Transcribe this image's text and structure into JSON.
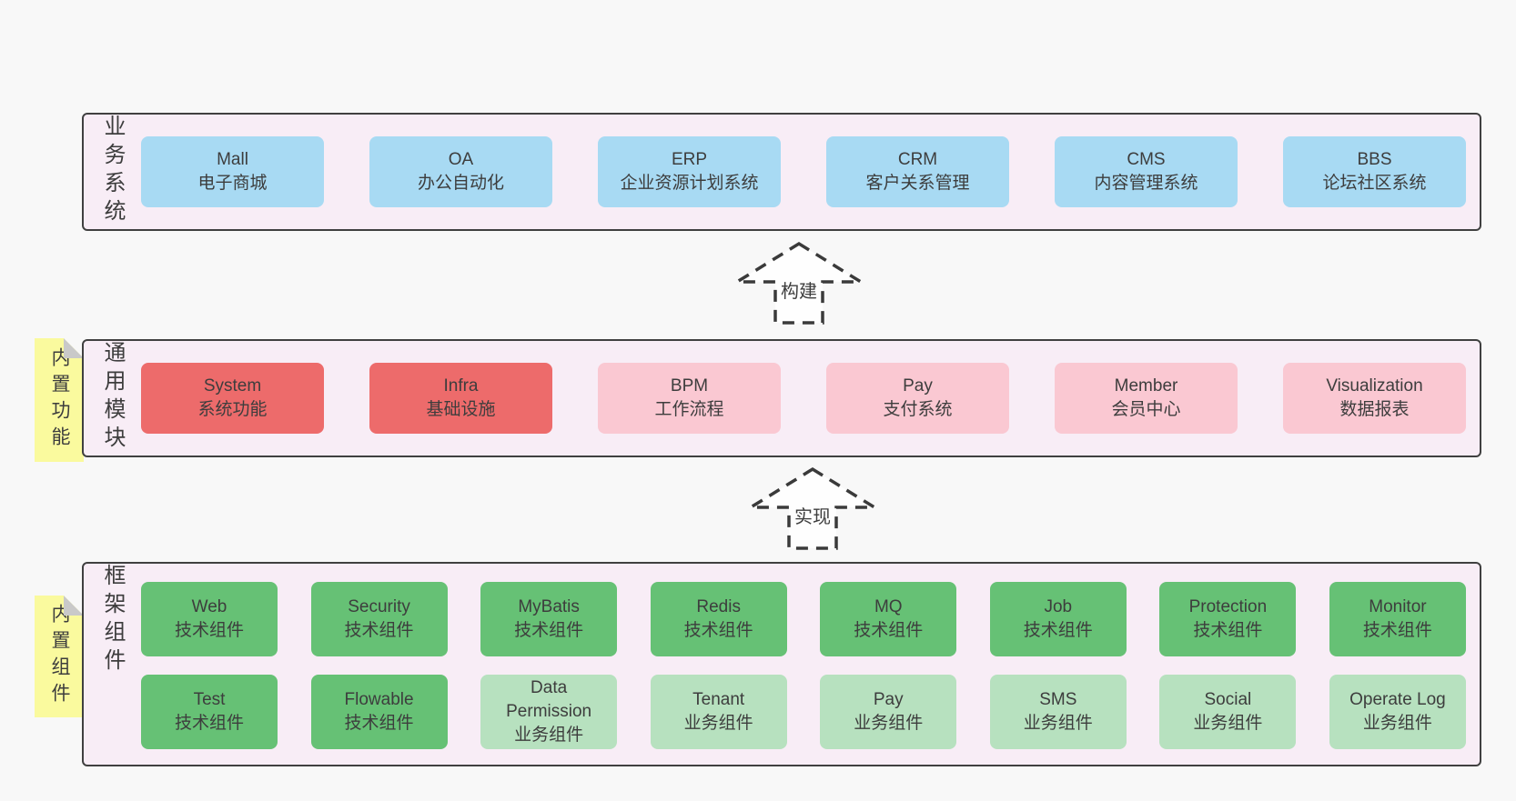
{
  "colors": {
    "page_bg": "#f8f8f8",
    "section_bg": "#f8edf6",
    "section_border": "#404040",
    "box_blue": "#a8daf3",
    "box_red": "#ed6b6b",
    "box_pink": "#fac8d2",
    "box_green": "#66c175",
    "box_green_light": "#b7e1bf",
    "note_bg": "#fafa9e",
    "note_fold": "#c9c9c9",
    "arrow_stroke": "#3a3a3a",
    "arrow_fill": "#fefefe",
    "text": "#3d3d3d"
  },
  "sections": {
    "business": {
      "label": "业务系统",
      "boxes": [
        {
          "name": "Mall",
          "desc": "电子商城",
          "color": "blue"
        },
        {
          "name": "OA",
          "desc": "办公自动化",
          "color": "blue"
        },
        {
          "name": "ERP",
          "desc": "企业资源计划系统",
          "color": "blue"
        },
        {
          "name": "CRM",
          "desc": "客户关系管理",
          "color": "blue"
        },
        {
          "name": "CMS",
          "desc": "内容管理系统",
          "color": "blue"
        },
        {
          "name": "BBS",
          "desc": "论坛社区系统",
          "color": "blue"
        }
      ]
    },
    "modules": {
      "label": "通用模块",
      "note": "内置功能",
      "boxes": [
        {
          "name": "System",
          "desc": "系统功能",
          "color": "red"
        },
        {
          "name": "Infra",
          "desc": "基础设施",
          "color": "red"
        },
        {
          "name": "BPM",
          "desc": "工作流程",
          "color": "pink"
        },
        {
          "name": "Pay",
          "desc": "支付系统",
          "color": "pink"
        },
        {
          "name": "Member",
          "desc": "会员中心",
          "color": "pink"
        },
        {
          "name": "Visualization",
          "desc": "数据报表",
          "color": "pink"
        }
      ]
    },
    "components": {
      "label": "框架组件",
      "note": "内置组件",
      "rows": [
        [
          {
            "name": "Web",
            "desc": "技术组件",
            "color": "green"
          },
          {
            "name": "Security",
            "desc": "技术组件",
            "color": "green"
          },
          {
            "name": "MyBatis",
            "desc": "技术组件",
            "color": "green"
          },
          {
            "name": "Redis",
            "desc": "技术组件",
            "color": "green"
          },
          {
            "name": "MQ",
            "desc": "技术组件",
            "color": "green"
          },
          {
            "name": "Job",
            "desc": "技术组件",
            "color": "green"
          },
          {
            "name": "Protection",
            "desc": "技术组件",
            "color": "green"
          },
          {
            "name": "Monitor",
            "desc": "技术组件",
            "color": "green"
          }
        ],
        [
          {
            "name": "Test",
            "desc": "技术组件",
            "color": "green"
          },
          {
            "name": "Flowable",
            "desc": "技术组件",
            "color": "green"
          },
          {
            "name": "Data Permission",
            "desc": "业务组件",
            "color": "green-light"
          },
          {
            "name": "Tenant",
            "desc": "业务组件",
            "color": "green-light"
          },
          {
            "name": "Pay",
            "desc": "业务组件",
            "color": "green-light"
          },
          {
            "name": "SMS",
            "desc": "业务组件",
            "color": "green-light"
          },
          {
            "name": "Social",
            "desc": "业务组件",
            "color": "green-light"
          },
          {
            "name": "Operate Log",
            "desc": "业务组件",
            "color": "green-light"
          }
        ]
      ]
    }
  },
  "arrows": [
    {
      "label": "构建"
    },
    {
      "label": "实现"
    }
  ]
}
